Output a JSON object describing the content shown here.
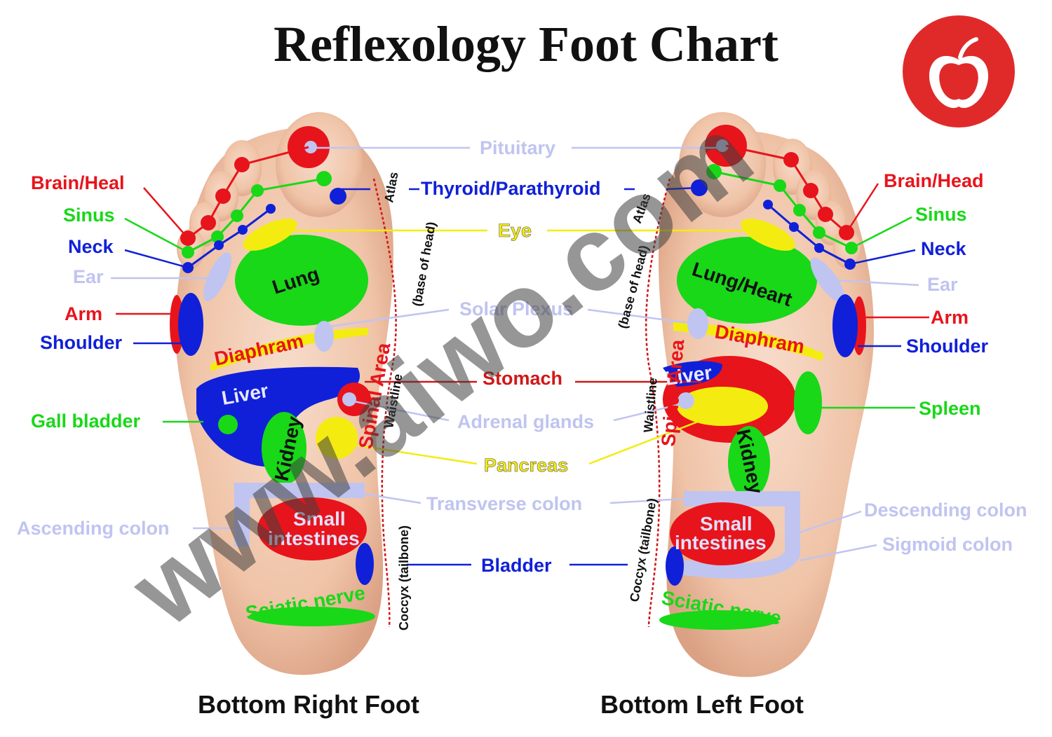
{
  "title": "Reflexology Foot Chart",
  "captions": {
    "right_foot": "Bottom Right Foot",
    "left_foot": "Bottom Left Foot"
  },
  "watermark": "www.aiwo.com",
  "colors": {
    "red": "#e8141b",
    "green": "#18d818",
    "blue": "#1020d8",
    "yellow": "#f4ec10",
    "lavender": "#c0c4f0",
    "skin": "#f2c8ac",
    "logo": "#e02a2a"
  },
  "labels": {
    "right_side": {
      "brain": "Brain/Heal",
      "sinus": "Sinus",
      "neck": "Neck",
      "ear": "Ear",
      "arm": "Arm",
      "shoulder": "Shoulder",
      "gall": "Gall bladder",
      "ascending": "Ascending colon"
    },
    "center": {
      "pituitary": "Pituitary",
      "thyroid": "Thyroid/Parathyroid",
      "eye": "Eye",
      "solar": "Solar Plexus",
      "stomach": "Stomach",
      "adrenal": "Adrenal glands",
      "pancreas": "Pancreas",
      "transverse": "Transverse colon",
      "bladder": "Bladder"
    },
    "left_side": {
      "brain": "Brain/Head",
      "sinus": "Sinus",
      "neck": "Neck",
      "ear": "Ear",
      "arm": "Arm",
      "shoulder": "Shoulder",
      "spleen": "Spleen",
      "descending": "Descending colon",
      "sigmoid": "Sigmoid colon"
    }
  },
  "organs": {
    "lung": "Lung",
    "lung_heart": "Lung/Heart",
    "diaphram": "Diaphram",
    "liver": "Liver",
    "kidney": "Kidney",
    "small_1": "Small",
    "small_2": "intestines",
    "sciatic": "Sciatic nerve"
  },
  "spine": {
    "atlas": "Atlas",
    "base_head": "(base of head)",
    "spinal": "Spinal Area",
    "waistline": "Waistline",
    "coccyx": "Coccyx (tailbone)"
  }
}
